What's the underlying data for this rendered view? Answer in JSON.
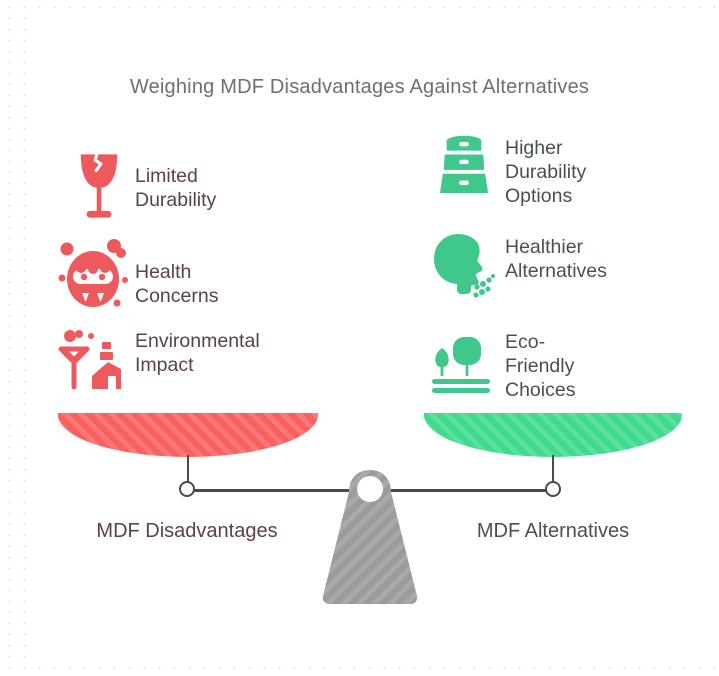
{
  "title": "Weighing MDF Disadvantages Against Alternatives",
  "left": {
    "scale_label": "MDF Disadvantages",
    "items": [
      {
        "icon": "broken-glass-icon",
        "label": "Limited Durability",
        "lines": [
          "Limited",
          "Durability"
        ]
      },
      {
        "icon": "germ-face-icon",
        "label": "Health Concerns",
        "lines": [
          "Health Concerns"
        ]
      },
      {
        "icon": "pollution-tree-house-icon",
        "label": "Environmental Impact",
        "lines": [
          "Environmental",
          "Impact"
        ]
      }
    ]
  },
  "right": {
    "scale_label": "MDF Alternatives",
    "items": [
      {
        "icon": "drawer-chest-icon",
        "label": "Higher Durability Options",
        "lines": [
          "Higher Durability",
          "Options"
        ]
      },
      {
        "icon": "breathing-head-icon",
        "label": "Healthier Alternatives",
        "lines": [
          "Healthier",
          "Alternatives"
        ]
      },
      {
        "icon": "eco-trees-icon",
        "label": "Eco-Friendly Choices",
        "lines": [
          "Eco-Friendly",
          "Choices"
        ]
      }
    ]
  },
  "colors": {
    "red": "#ed5a5e",
    "red-bowl": "#f9615f",
    "green": "#3fc78c",
    "green-bowl": "#3eda8e",
    "left-text": "#5c4343",
    "right-text": "#475349",
    "title-text": "#6f6f6f",
    "beam": "#4a4a4a",
    "fulcrum": "#9b9b9b"
  }
}
